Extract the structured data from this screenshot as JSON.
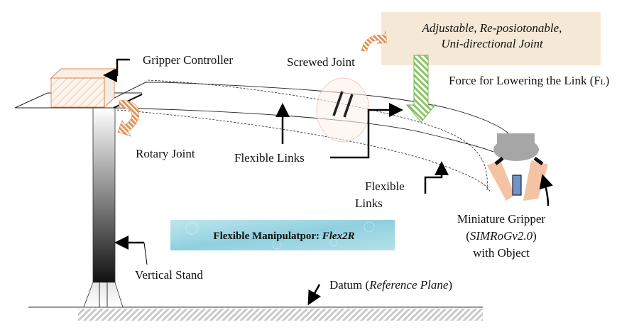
{
  "labels": {
    "gripper_controller": "Gripper Controller",
    "screwed_joint": "Screwed Joint",
    "joint_box_line1": "Adjustable, Re-posiotonable,",
    "joint_box_line2": "Uni-directional Joint",
    "force_label": "Force for Lowering the Link (F",
    "force_subscript": "L",
    "force_close": ")",
    "rotary_joint": "Rotary Joint",
    "flexible_links_1": "Flexible Links",
    "flexible_links_2_line1": "Flexible",
    "flexible_links_2_line2": "Links",
    "gripper_line1": "Miniature Gripper",
    "gripper_line2_open": "(",
    "gripper_line2_model": "SIMRoGv2.0",
    "gripper_line2_close": ")",
    "gripper_line3": "with Object",
    "title_prefix": "Flexible Manipulatpor: ",
    "title_name": "Flex2R",
    "vertical_stand": "Vertical Stand",
    "datum_prefix": "Datum (",
    "datum_italic": "Reference Plane",
    "datum_close": ")"
  },
  "colors": {
    "controller_orange": "#e0935a",
    "joint_box_fill": "#f6e8d6",
    "force_arrow_green": "#8cc46a",
    "gripper_gray": "#a6a6a6",
    "finger_peach": "#f3c3a3",
    "object_blue": "#6f93cf",
    "title_box_blue": "#a8dbe6"
  }
}
